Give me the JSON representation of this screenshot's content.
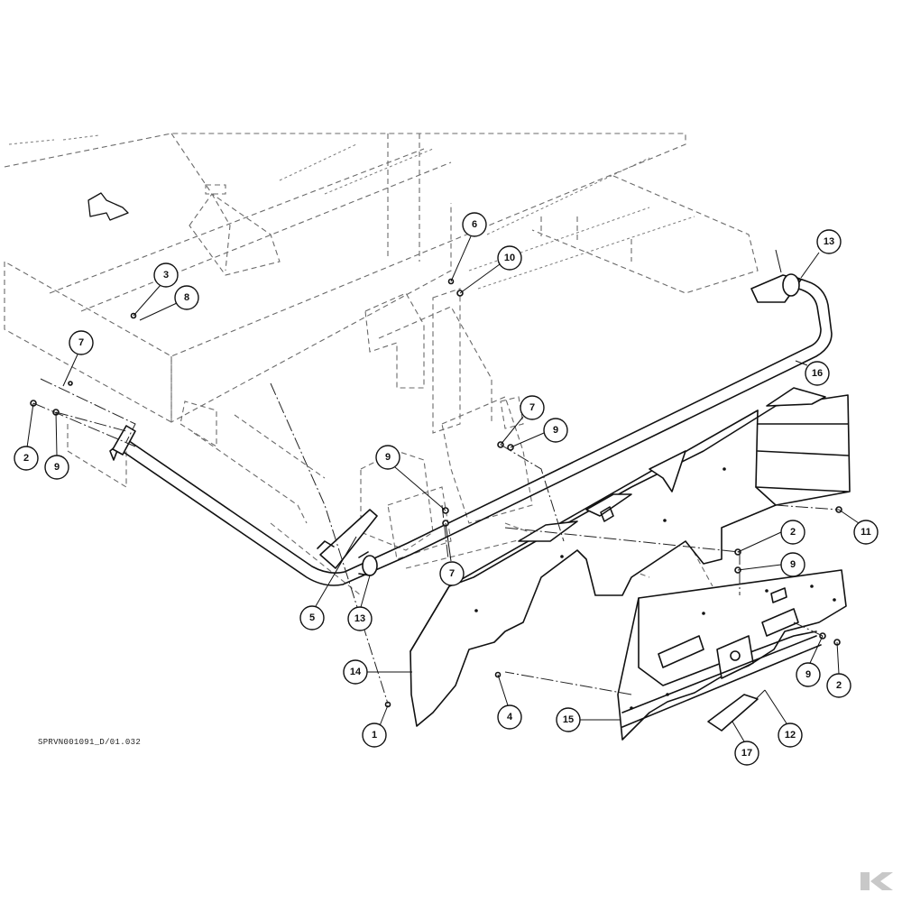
{
  "diagram": {
    "reference_code": "SPRVN001091_D/01.032",
    "callouts": [
      {
        "label": "1"
      },
      {
        "label": "2"
      },
      {
        "label": "2"
      },
      {
        "label": "2"
      },
      {
        "label": "3"
      },
      {
        "label": "4"
      },
      {
        "label": "5"
      },
      {
        "label": "6"
      },
      {
        "label": "7"
      },
      {
        "label": "7"
      },
      {
        "label": "7"
      },
      {
        "label": "8"
      },
      {
        "label": "9"
      },
      {
        "label": "9"
      },
      {
        "label": "9"
      },
      {
        "label": "9"
      },
      {
        "label": "9"
      },
      {
        "label": "10"
      },
      {
        "label": "11"
      },
      {
        "label": "12"
      },
      {
        "label": "13"
      },
      {
        "label": "13"
      },
      {
        "label": "14"
      },
      {
        "label": "15"
      },
      {
        "label": "16"
      },
      {
        "label": "17"
      }
    ],
    "logo": {
      "icon": "brand-k-logo-icon",
      "color": "#c8c8c8"
    }
  }
}
